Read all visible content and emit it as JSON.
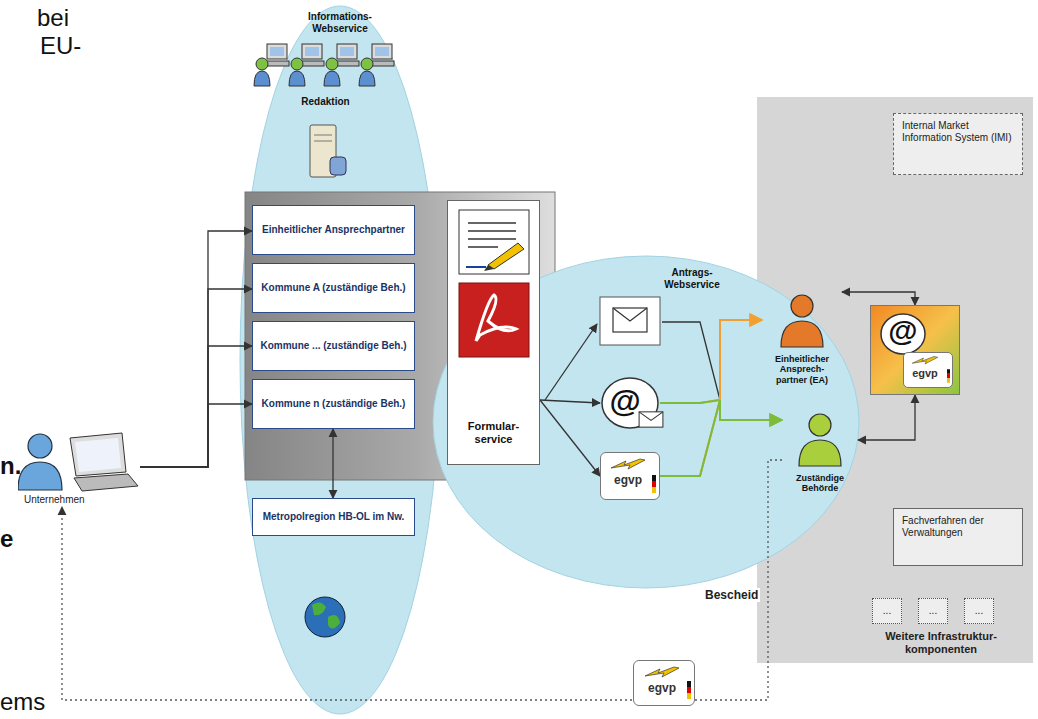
{
  "diagram": {
    "nodes": [
      {
        "text": [
          "Informations- Webservice"
        ]
      },
      {
        "text": [
          "Redaktion"
        ],
        "in": 0
      },
      {
        "text": [
          "Einheitlicher Ansprechpartner"
        ],
        "in": 0
      },
      {
        "text": [
          "Kommune A (zuständige Beh.)"
        ],
        "in": 0
      },
      {
        "text": [
          "Kommune ... (zuständige Beh.)"
        ],
        "in": 0
      },
      {
        "text": [
          "Kommune n (zuständige Beh.)"
        ],
        "in": 0
      },
      {
        "text": [
          "Formular- service"
        ],
        "in": 0
      },
      {
        "text": [
          "Metropolregion HB-OL im Nw."
        ],
        "in": 0
      },
      {
        "text": [
          "Unternehmen"
        ]
      },
      {
        "text": [
          "Antrags- Webservice"
        ]
      },
      {
        "text": [
          "@"
        ],
        "in": 9
      },
      {
        "text": [
          "egvp"
        ],
        "in": 9
      },
      {
        "text": [
          "Einheitlicher Ansprech- partner (EA)"
        ],
        "in": 9
      },
      {
        "text": [
          "Zuständige Behörde"
        ],
        "in": 9
      },
      {
        "text": [
          "Internal Market Information System (IMI)"
        ]
      },
      {
        "text": [
          "@",
          "egvp"
        ]
      },
      {
        "text": [
          "Fachverfahren der Verwaltungen"
        ]
      },
      {
        "text": [
          "..."
        ]
      },
      {
        "text": [
          "..."
        ]
      },
      {
        "text": [
          "..."
        ]
      },
      {
        "text": [
          "egvp"
        ]
      }
    ],
    "edges": [
      {
        "from": 8,
        "to": 2,
        "arrow": "to"
      },
      {
        "from": 8,
        "to": 3,
        "arrow": "to"
      },
      {
        "from": 8,
        "to": 4,
        "arrow": "to"
      },
      {
        "from": 8,
        "to": 5,
        "arrow": "to"
      },
      {
        "from": 7,
        "to": 5,
        "arrow": "both"
      },
      {
        "from": 6,
        "to": 10,
        "arrow": "to"
      },
      {
        "from": 6,
        "to": 11,
        "arrow": "to"
      },
      {
        "from": 10,
        "to": 12,
        "arrow": "to"
      },
      {
        "from": 10,
        "to": 13,
        "arrow": "to"
      },
      {
        "from": 11,
        "to": 12,
        "arrow": "to"
      },
      {
        "from": 11,
        "to": 13,
        "arrow": "to"
      },
      {
        "from": 12,
        "to": 15,
        "arrow": "both"
      },
      {
        "from": 13,
        "to": 15,
        "arrow": "both"
      },
      {
        "from": 13,
        "to": 8,
        "label": "Bescheid",
        "arrow": "to"
      }
    ],
    "labels": [
      "bei",
      "EU-",
      "n.",
      "e",
      "ems",
      "Weitere Infrastruktur- komponenten"
    ]
  }
}
